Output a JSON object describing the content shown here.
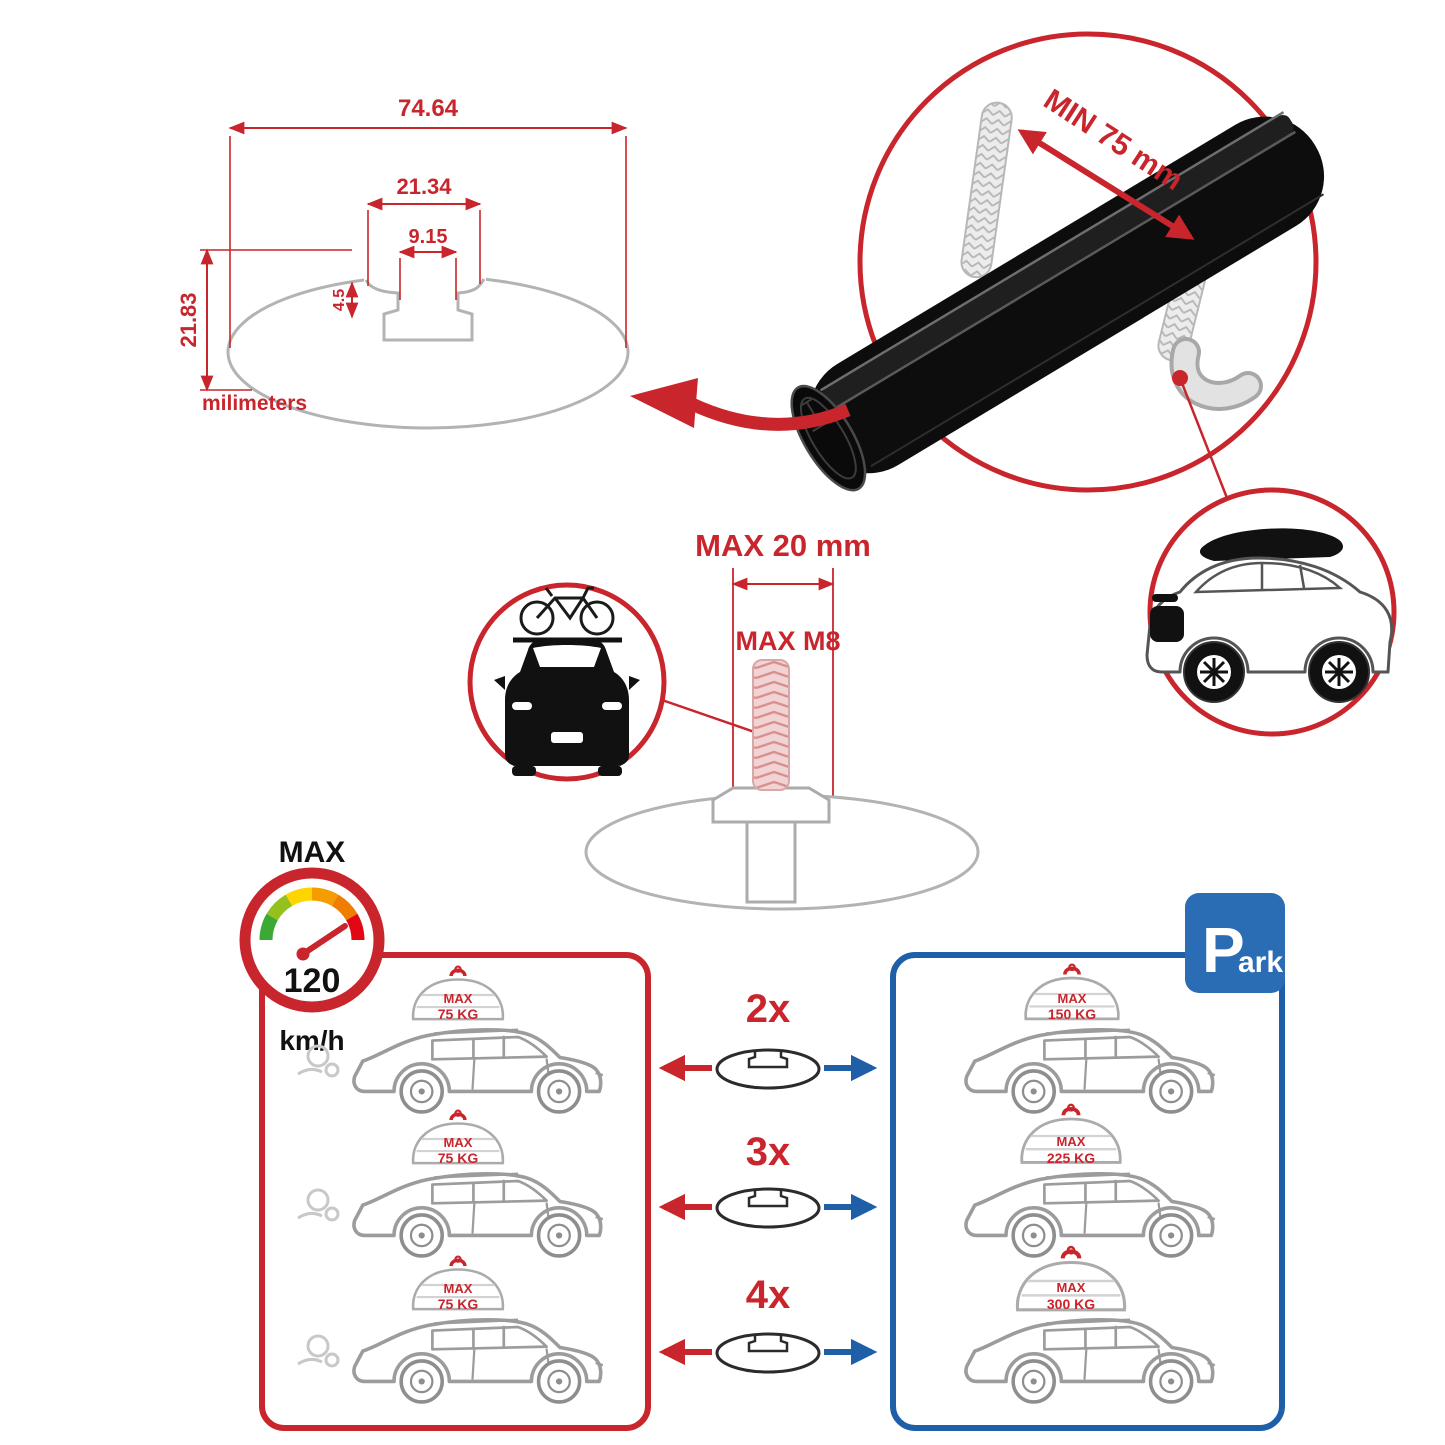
{
  "colors": {
    "red": "#c9252c",
    "blue": "#1f5fa8",
    "gray": "#b3b3b3",
    "black": "#0d0d0d"
  },
  "cross_section": {
    "width_outer": "74.64",
    "width_opening": "21.34",
    "width_slot": "9.15",
    "step": "4.5",
    "height": "21.83",
    "units_label": "milimeters"
  },
  "bar_detail": {
    "min_clearance": "MIN 75 mm"
  },
  "bolt": {
    "max_length": "MAX 20 mm",
    "max_thread": "MAX M8"
  },
  "speed_limit": {
    "label": "MAX",
    "value": "120",
    "units": "km/h"
  },
  "park_sign": {
    "letter": "P",
    "rest": "ark"
  },
  "multipliers": [
    "2x",
    "3x",
    "4x"
  ],
  "left_panel": {
    "cars": [
      {
        "label_top": "MAX",
        "label_bottom": "75 KG"
      },
      {
        "label_top": "MAX",
        "label_bottom": "75 KG"
      },
      {
        "label_top": "MAX",
        "label_bottom": "75 KG"
      }
    ]
  },
  "right_panel": {
    "cars": [
      {
        "label_top": "MAX",
        "label_bottom": "150 KG"
      },
      {
        "label_top": "MAX",
        "label_bottom": "225 KG"
      },
      {
        "label_top": "MAX",
        "label_bottom": "300 KG"
      }
    ]
  }
}
